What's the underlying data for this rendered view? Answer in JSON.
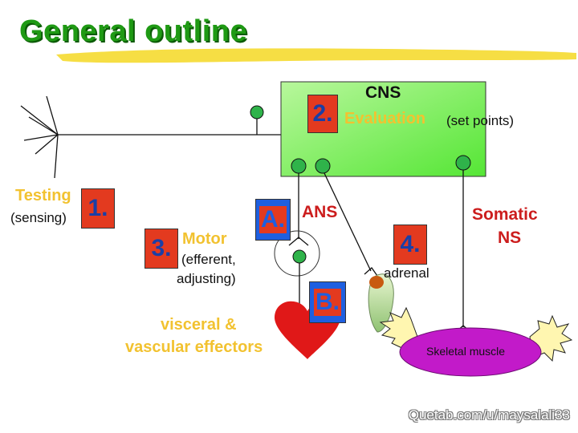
{
  "title": "General outline",
  "cns": {
    "label": "CNS",
    "step_number": "2.",
    "evaluation": "Evaluation",
    "set_points": "(set points)"
  },
  "testing": {
    "label": "Testing",
    "sub": "(sensing)",
    "step_number": "1."
  },
  "motor": {
    "step_number": "3.",
    "label": "Motor",
    "sub1": "(efferent,",
    "sub2": "adjusting)"
  },
  "ans": {
    "badge": "A.",
    "label": "ANS"
  },
  "adrenal": {
    "step_number": "4.",
    "label": "adrenal"
  },
  "somatic": {
    "line1": "Somatic",
    "line2": "NS"
  },
  "visceral": {
    "badge": "B.",
    "line1": "visceral &",
    "line2": "vascular effectors"
  },
  "skeletal_muscle": {
    "label": "Skeletal muscle"
  },
  "watermark": "Quetab.com/u/maysalali33",
  "colors": {
    "title_green": "#1f9a14",
    "cns_green": "#6af04c",
    "highlight_yellow": "#f2c230",
    "badge_red": "#e33a1f",
    "badge_blue": "#1e5fe0",
    "heart_red": "#e01818",
    "muscle_purple": "#c21ac9",
    "text_red": "#cc1d1d"
  }
}
